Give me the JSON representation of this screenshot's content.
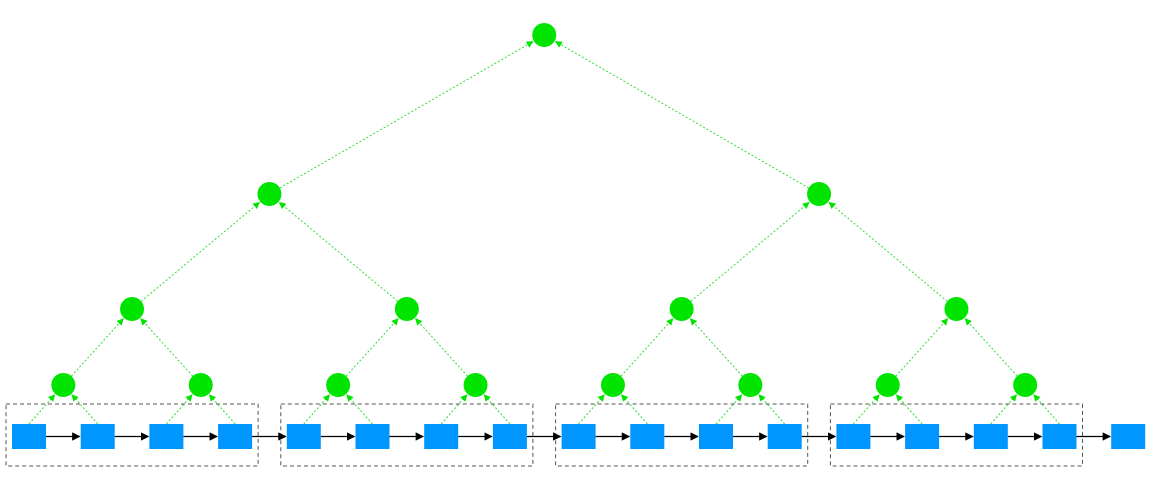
{
  "colors": {
    "tree_node": "#00e400",
    "tree_edge": "#33dd33",
    "chain_block": "#0096ff",
    "chain_edge": "#000000",
    "group_border": "#555555",
    "background": "#ffffff"
  },
  "tree": {
    "nodes": [
      {
        "id": "root",
        "level": 0
      },
      {
        "id": "l1-0",
        "level": 1
      },
      {
        "id": "l1-1",
        "level": 1
      },
      {
        "id": "l2-0",
        "level": 2
      },
      {
        "id": "l2-1",
        "level": 2
      },
      {
        "id": "l2-2",
        "level": 2
      },
      {
        "id": "l2-3",
        "level": 2
      },
      {
        "id": "l3-0",
        "level": 3
      },
      {
        "id": "l3-1",
        "level": 3
      },
      {
        "id": "l3-2",
        "level": 3
      },
      {
        "id": "l3-3",
        "level": 3
      },
      {
        "id": "l3-4",
        "level": 3
      },
      {
        "id": "l3-5",
        "level": 3
      },
      {
        "id": "l3-6",
        "level": 3
      },
      {
        "id": "l3-7",
        "level": 3
      }
    ],
    "edges": [
      {
        "from": "l1-0",
        "to": "root"
      },
      {
        "from": "l1-1",
        "to": "root"
      },
      {
        "from": "l2-0",
        "to": "l1-0"
      },
      {
        "from": "l2-1",
        "to": "l1-0"
      },
      {
        "from": "l2-2",
        "to": "l1-1"
      },
      {
        "from": "l2-3",
        "to": "l1-1"
      },
      {
        "from": "l3-0",
        "to": "l2-0"
      },
      {
        "from": "l3-1",
        "to": "l2-0"
      },
      {
        "from": "l3-2",
        "to": "l2-1"
      },
      {
        "from": "l3-3",
        "to": "l2-1"
      },
      {
        "from": "l3-4",
        "to": "l2-2"
      },
      {
        "from": "l3-5",
        "to": "l2-2"
      },
      {
        "from": "l3-6",
        "to": "l2-3"
      },
      {
        "from": "l3-7",
        "to": "l2-3"
      }
    ]
  },
  "chain": {
    "blocks": [
      {
        "id": "b0"
      },
      {
        "id": "b1"
      },
      {
        "id": "b2"
      },
      {
        "id": "b3"
      },
      {
        "id": "b4"
      },
      {
        "id": "b5"
      },
      {
        "id": "b6"
      },
      {
        "id": "b7"
      },
      {
        "id": "b8"
      },
      {
        "id": "b9"
      },
      {
        "id": "b10"
      },
      {
        "id": "b11"
      },
      {
        "id": "b12"
      },
      {
        "id": "b13"
      },
      {
        "id": "b14"
      },
      {
        "id": "b15"
      },
      {
        "id": "b16"
      }
    ],
    "leaf_links": [
      {
        "from": "b0",
        "to": "l3-0"
      },
      {
        "from": "b1",
        "to": "l3-0"
      },
      {
        "from": "b2",
        "to": "l3-1"
      },
      {
        "from": "b3",
        "to": "l3-1"
      },
      {
        "from": "b4",
        "to": "l3-2"
      },
      {
        "from": "b5",
        "to": "l3-2"
      },
      {
        "from": "b6",
        "to": "l3-3"
      },
      {
        "from": "b7",
        "to": "l3-3"
      },
      {
        "from": "b8",
        "to": "l3-4"
      },
      {
        "from": "b9",
        "to": "l3-4"
      },
      {
        "from": "b10",
        "to": "l3-5"
      },
      {
        "from": "b11",
        "to": "l3-5"
      },
      {
        "from": "b12",
        "to": "l3-6"
      },
      {
        "from": "b13",
        "to": "l3-6"
      },
      {
        "from": "b14",
        "to": "l3-7"
      },
      {
        "from": "b15",
        "to": "l3-7"
      }
    ],
    "groups": [
      {
        "id": "g0",
        "blocks": [
          "b0",
          "b1",
          "b2",
          "b3"
        ]
      },
      {
        "id": "g1",
        "blocks": [
          "b4",
          "b5",
          "b6",
          "b7"
        ]
      },
      {
        "id": "g2",
        "blocks": [
          "b8",
          "b9",
          "b10",
          "b11"
        ]
      },
      {
        "id": "g3",
        "blocks": [
          "b12",
          "b13",
          "b14",
          "b15"
        ]
      }
    ]
  }
}
